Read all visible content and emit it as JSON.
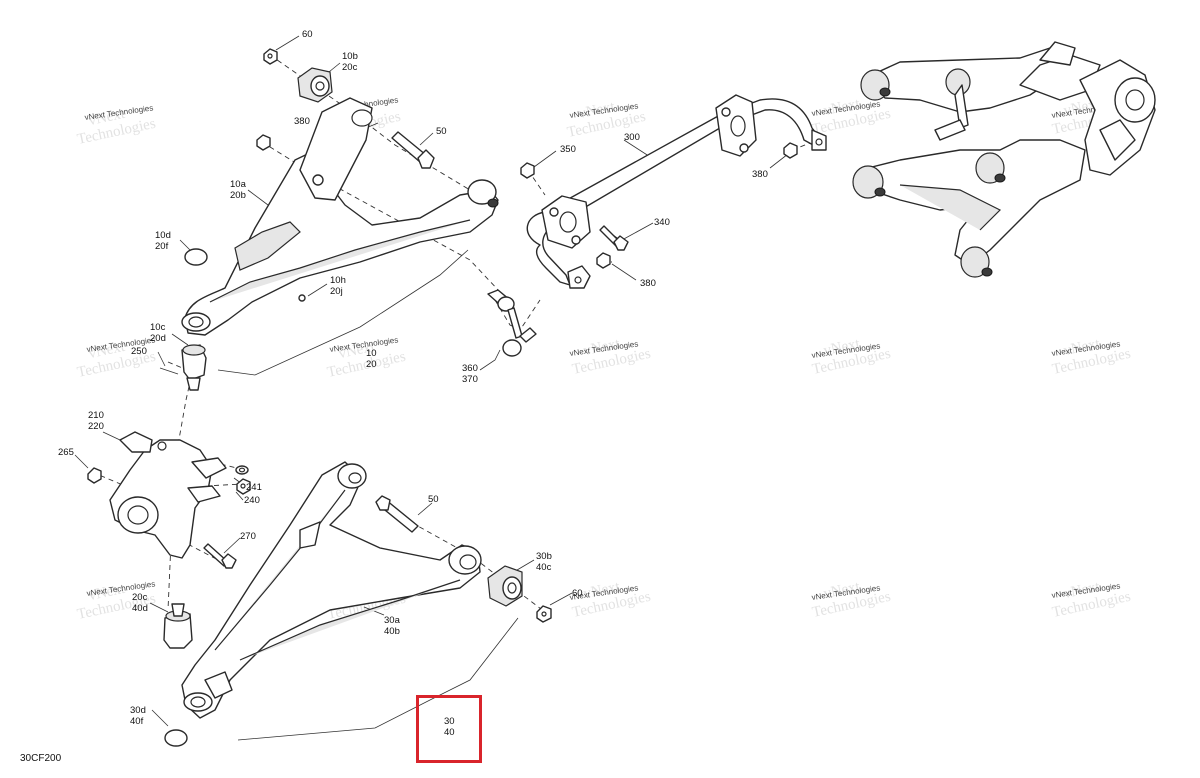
{
  "diagram": {
    "code": "30CF200",
    "watermark": {
      "line1": "vNext",
      "line2": "Technologies",
      "small": "vNext Technologies"
    },
    "callouts": {
      "c60": "60",
      "c10b": "10b",
      "c20c": "20c",
      "c380a": "380",
      "c50a": "50",
      "c10a": "10a",
      "c20b": "20b",
      "c10d": "10d",
      "c20f": "20f",
      "c10h": "10h",
      "c20j": "20j",
      "c10c": "10c",
      "c20d": "20d",
      "c250": "250",
      "c10": "10",
      "c20": "20",
      "c350": "350",
      "c300": "300",
      "c380b": "380",
      "c340": "340",
      "c380c": "380",
      "c360": "360",
      "c370": "370",
      "c210": "210",
      "c220": "220",
      "c265": "265",
      "c241": "241",
      "c240": "240",
      "c50b": "50",
      "c270": "270",
      "c30b": "30b",
      "c40c": "40c",
      "c20e": "20c",
      "c40d": "40d",
      "c30a": "30a",
      "c40b": "40b",
      "c30d": "30d",
      "c40f": "40f",
      "c30": "30",
      "c40": "40",
      "c60b": "60"
    },
    "highlight_color": "#d9242b"
  }
}
